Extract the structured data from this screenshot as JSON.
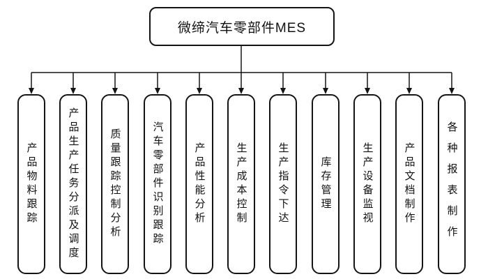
{
  "diagram": {
    "title": "微缔汽车零部件MES",
    "root": {
      "label": "微缔汽车零部件MES"
    },
    "children": [
      {
        "label": "产品物料跟踪"
      },
      {
        "label": "产品生产任务分派及调度"
      },
      {
        "label": "质量跟踪控制分析"
      },
      {
        "label": "汽车零部件识别跟踪"
      },
      {
        "label": "产品性能分析"
      },
      {
        "label": "生产成本控制"
      },
      {
        "label": "生产指令下达"
      },
      {
        "label": "库存管理"
      },
      {
        "label": "生产设备监视"
      },
      {
        "label": "产品文档制作"
      },
      {
        "label": "各种报表制作"
      }
    ],
    "colors": {
      "line": "#141414",
      "box_border": "#141414",
      "background": "#ffffff",
      "text": "#111111"
    }
  }
}
